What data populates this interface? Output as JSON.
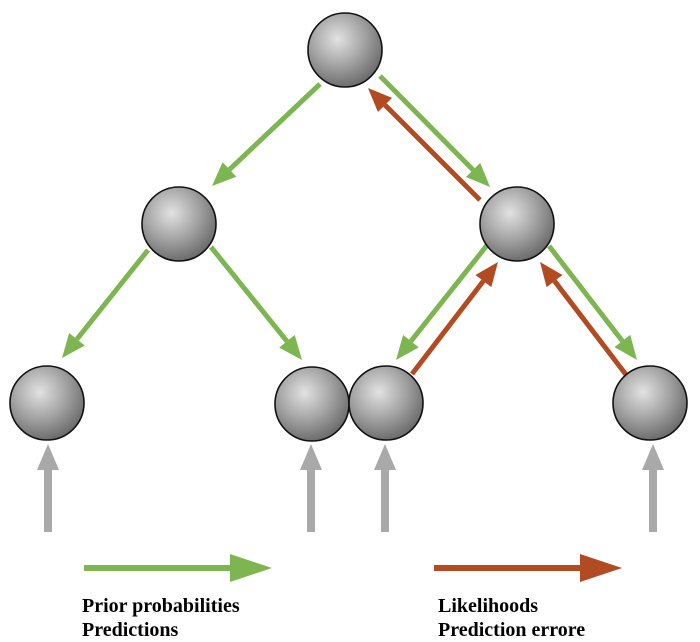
{
  "colors": {
    "top_down": "#7db550",
    "bottom_up": "#b24a22",
    "input": "#a9a9a9",
    "node_fill": "#9a9a9a",
    "node_stroke": "#111111"
  },
  "legend": {
    "left": {
      "line1": "Prior probabilities",
      "line2": "Predictions"
    },
    "right": {
      "line1": "Likelihoods",
      "line2": "Prediction errore"
    }
  }
}
